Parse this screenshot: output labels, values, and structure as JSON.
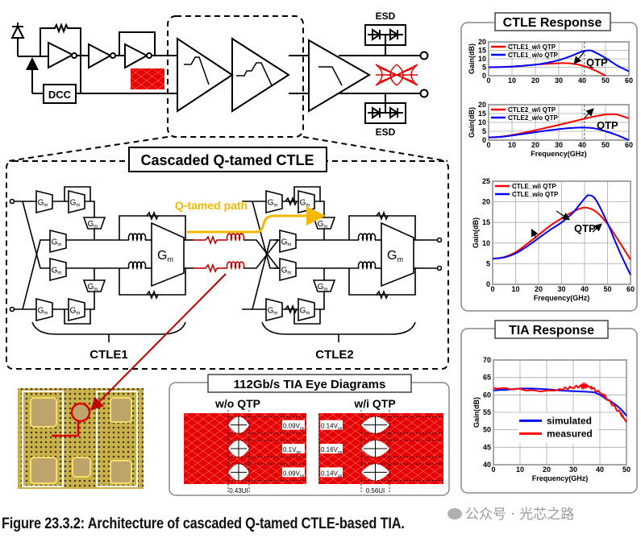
{
  "top_schematic": {
    "dcc_label": "DCC",
    "esd_top_label": "ESD",
    "esd_bottom_label": "ESD"
  },
  "ctle_panel": {
    "title": "Cascaded Q-tamed CTLE",
    "q_path_label": "Q-tamed path",
    "gm_label": "G",
    "gm_sub": "m",
    "ctle1_label": "CTLE1",
    "ctle2_label": "CTLE2",
    "q_path_color": "#f5b800",
    "highlight_color": "#c00000"
  },
  "eye_panel": {
    "title": "112Gb/s TIA Eye Diagrams",
    "left": {
      "title": "w/o QTP",
      "heights": [
        "0.09V",
        "0.1V",
        "0.09V"
      ],
      "height_unit": "pp",
      "width": "0.43UI"
    },
    "right": {
      "title": "w/i QTP",
      "heights": [
        "0.14V",
        "0.16V",
        "0.14V"
      ],
      "height_unit": "pp",
      "width": "0.56UI"
    },
    "eye_color": "#e60000"
  },
  "ctle_response": {
    "title": "CTLE Response"
  },
  "tia_response": {
    "title": "TIA Response"
  },
  "chart_data": [
    {
      "id": "ctle1",
      "type": "line",
      "title": "",
      "xlabel": "",
      "ylabel": "Gain(dB)",
      "xlim": [
        0,
        60
      ],
      "ylim": [
        0,
        20
      ],
      "xticks": [
        0,
        10,
        20,
        30,
        40,
        50,
        60
      ],
      "yticks": [
        0,
        5,
        10,
        15,
        20
      ],
      "grid": true,
      "legend": "top-left",
      "annotation": "QTP",
      "series": [
        {
          "name": "CTLE1_w/i QTP",
          "color": "#ff0000",
          "x": [
            0,
            5,
            10,
            15,
            20,
            25,
            30,
            35,
            40,
            45,
            50
          ],
          "y": [
            5,
            5.1,
            5.4,
            5.9,
            6.5,
            7.0,
            7.4,
            7.3,
            6.0,
            3.5,
            0
          ]
        },
        {
          "name": "CTLE1_w/o QTP",
          "color": "#0000ff",
          "x": [
            0,
            5,
            10,
            15,
            20,
            25,
            30,
            35,
            40,
            43,
            45,
            50,
            55,
            60
          ],
          "y": [
            5,
            5.1,
            5.4,
            5.9,
            6.5,
            7.6,
            9.2,
            11.5,
            14.3,
            15.0,
            14.2,
            10.5,
            6.0,
            2.6
          ]
        }
      ]
    },
    {
      "id": "ctle2",
      "type": "line",
      "title": "",
      "xlabel": "Frequency(GHz)",
      "ylabel": "Gain(dB)",
      "xlim": [
        0,
        60
      ],
      "ylim": [
        0,
        20
      ],
      "xticks": [
        0,
        10,
        20,
        30,
        40,
        50,
        60
      ],
      "yticks": [
        0,
        5,
        10,
        15,
        20
      ],
      "grid": true,
      "legend": "top-left",
      "annotation": "QTP",
      "series": [
        {
          "name": "CTLE2_w/i QTP",
          "color": "#ff0000",
          "x": [
            0,
            5,
            10,
            15,
            20,
            25,
            30,
            35,
            40,
            45,
            50,
            53,
            55,
            60
          ],
          "y": [
            1.5,
            1.9,
            2.9,
            4.2,
            5.6,
            7.1,
            8.6,
            10.2,
            11.8,
            13.3,
            14.4,
            14.6,
            14.4,
            12.3
          ]
        },
        {
          "name": "CTLE2_w/o QTP",
          "color": "#0000ff",
          "x": [
            0,
            5,
            10,
            15,
            20,
            25,
            30,
            35,
            40,
            45,
            50,
            55,
            60
          ],
          "y": [
            1.5,
            1.8,
            2.6,
            3.5,
            4.5,
            5.4,
            6.2,
            6.8,
            7.1,
            6.7,
            5.0,
            2.8,
            0
          ]
        }
      ]
    },
    {
      "id": "ctle_total",
      "type": "line",
      "title": "",
      "xlabel": "Frequency(GHz)",
      "ylabel": "Gain(dB)",
      "xlim": [
        0,
        60
      ],
      "ylim": [
        0,
        25
      ],
      "xticks": [
        0,
        10,
        20,
        30,
        40,
        50,
        60
      ],
      "yticks": [
        0,
        5,
        10,
        15,
        20,
        25
      ],
      "grid": true,
      "legend": "top-left",
      "annotation": "QTP",
      "series": [
        {
          "name": "CTLE_w/i QTP",
          "color": "#ff0000",
          "x": [
            0,
            5,
            10,
            15,
            20,
            25,
            30,
            35,
            40,
            45,
            50,
            55,
            60
          ],
          "y": [
            6.2,
            6.6,
            7.8,
            9.8,
            12.0,
            14.2,
            16.0,
            17.6,
            18.6,
            17.6,
            14.6,
            10.4,
            6.0
          ]
        },
        {
          "name": "CTLE_w/o QTP",
          "color": "#0000ff",
          "x": [
            0,
            5,
            10,
            15,
            20,
            25,
            30,
            35,
            40,
            42,
            45,
            50,
            55,
            60
          ],
          "y": [
            6.2,
            6.5,
            7.5,
            9.2,
            11.2,
            13.2,
            15.0,
            17.4,
            20.8,
            21.6,
            20.4,
            14.8,
            8.2,
            2.3
          ]
        }
      ]
    },
    {
      "id": "tia",
      "type": "line",
      "title": "",
      "xlabel": "Frequency(GHz)",
      "ylabel": "Gain(dB)",
      "xlim": [
        0,
        50
      ],
      "ylim": [
        40,
        70
      ],
      "xticks": [
        0,
        10,
        20,
        30,
        40,
        50
      ],
      "yticks": [
        40,
        45,
        50,
        55,
        60,
        65,
        70
      ],
      "grid": true,
      "legend": "center",
      "series": [
        {
          "name": "simulated",
          "color": "#0000ff",
          "x": [
            0,
            5,
            10,
            15,
            20,
            25,
            30,
            35,
            38,
            40,
            42,
            45,
            48,
            50
          ],
          "y": [
            61.3,
            61.5,
            61.8,
            61.8,
            61.6,
            61.3,
            61.1,
            60.9,
            60.7,
            60.0,
            59.0,
            57.7,
            55.8,
            54.0
          ]
        },
        {
          "name": "measured",
          "color": "#ff0000",
          "x": [
            0,
            5,
            10,
            15,
            20,
            25,
            30,
            33,
            35,
            37,
            40,
            42,
            45,
            48,
            50
          ],
          "y": [
            62.0,
            61.8,
            61.6,
            61.2,
            61.1,
            61.6,
            62.2,
            62.5,
            62.6,
            62.0,
            60.6,
            59.5,
            57.0,
            54.5,
            52.2
          ]
        }
      ]
    }
  ],
  "caption": "Figure 23.3.2: Architecture of cascaded Q-tamed CTLE-based TIA.",
  "watermark": "公众号 · 光芯之路"
}
